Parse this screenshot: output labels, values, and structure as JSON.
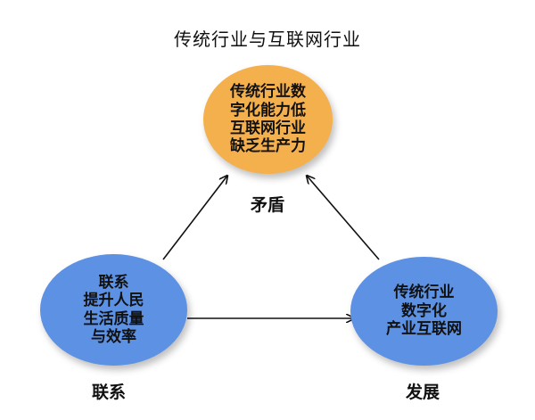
{
  "title": "传统行业与互联网行业",
  "nodes": {
    "top": {
      "lines": [
        "传统行业数",
        "字化能力低",
        "互联网行业",
        "缺乏生产力"
      ],
      "label": "矛盾",
      "color": "#F5B04E"
    },
    "left": {
      "lines": [
        "联系",
        "提升人民",
        "生活质量",
        "与效率"
      ],
      "label": "联系",
      "color": "#5C91E4"
    },
    "right": {
      "lines": [
        "传统行业",
        "数字化",
        "产业互联网"
      ],
      "label": "发展",
      "color": "#5C91E4"
    }
  }
}
